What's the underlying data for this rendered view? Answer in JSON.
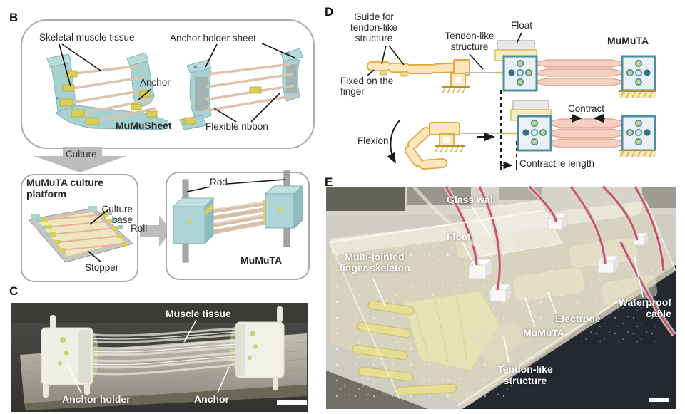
{
  "figure": {
    "panels": {
      "B": {
        "letter": "B",
        "labels": {
          "skeletal": "Skeletal muscle tissue",
          "anchorHolderSheet": "Anchor holder sheet",
          "anchor": "Anchor",
          "mumusheet": "MuMuSheet",
          "flexibleRibbon": "Flexible ribbon",
          "culture": "Culture",
          "platformTitle": "MuMuTA culture platform",
          "cultureBase": "Culture base",
          "stopper": "Stopper",
          "roll": "Roll",
          "rod": "Rod",
          "mumuta": "MuMuTA"
        }
      },
      "C": {
        "letter": "C",
        "labels": {
          "muscleTissue": "Muscle tissue",
          "anchorHolder": "Anchor holder",
          "anchor": "Anchor"
        }
      },
      "D": {
        "letter": "D",
        "labels": {
          "guide": "Guide for tendon-like structure",
          "tendon": "Tendon-like structure",
          "float": "Float",
          "mumuta": "MuMuTA",
          "fixed": "Fixed on the finger",
          "flexion": "Flexion",
          "contract": "Contract",
          "contractileLength": "Contractile length"
        }
      },
      "E": {
        "letter": "E",
        "labels": {
          "glassWall": "Glass wall",
          "float": "Float",
          "multiJointed": "Multi-jointed finger skeleton",
          "electrode": "Electrode",
          "mumuta": "MuMuTA",
          "waterproofCable": "Waterproof cable",
          "tendon": "Tendon-like structure"
        }
      }
    },
    "colors": {
      "renderTeal": "#a8d2d2",
      "anchorYellow": "#d9ce55",
      "musclePink": "#f6cfc1",
      "fingerYellow": "#fbe7bb",
      "fingerOutline": "#e2a83f",
      "boxTeal": "#4d8fa0",
      "arrowGray": "#bcbcbc",
      "cableRed": "#c4566b"
    }
  }
}
